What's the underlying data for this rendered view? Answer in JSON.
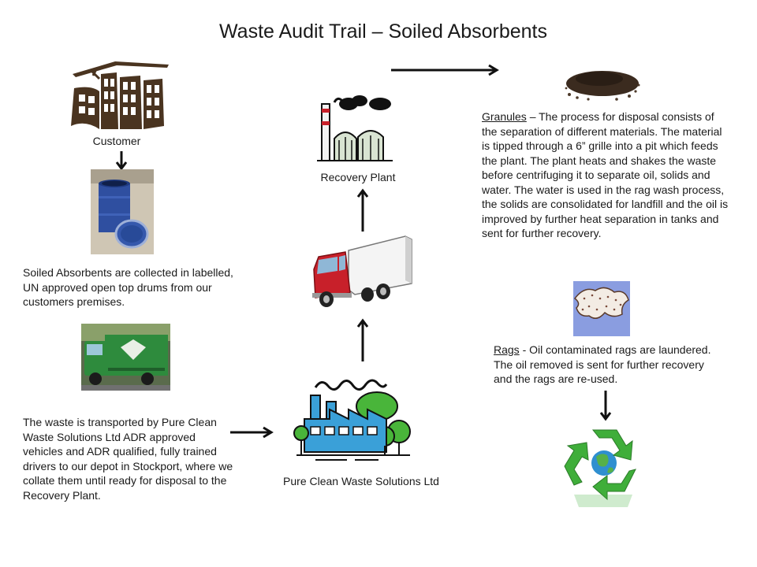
{
  "title": "Waste Audit Trail – Soiled Absorbents",
  "customer": {
    "label": "Customer"
  },
  "drums": {
    "text": "Soiled Absorbents are collected  in labelled, UN approved open top drums from our customers premises."
  },
  "transport": {
    "text": "The waste is transported by Pure Clean Waste Solutions Ltd ADR approved vehicles and ADR qualified, fully trained drivers to our depot in Stockport, where we collate them until ready for disposal to the Recovery Plant."
  },
  "depot": {
    "label": "Pure Clean Waste Solutions Ltd"
  },
  "recovery_plant": {
    "label": "Recovery Plant"
  },
  "granules": {
    "heading": "Granules",
    "text": " – The process for disposal consists of the separation of different materials. The material is tipped through a 6” grille into a pit which feeds the plant. The plant heats and shakes the  waste before centrifuging it to separate oil, solids and water. The water is used in the rag wash process, the solids are consolidated for landfill and the oil is improved by further heat separation in tanks and sent for further recovery."
  },
  "rags": {
    "heading": "Rags",
    "text": " - Oil contaminated rags are laundered. The oil removed is sent for further recovery and the rags are re-used."
  },
  "colors": {
    "arrow": "#111111",
    "drum_blue": "#2f4fa0",
    "truck_green": "#2e8b3d",
    "factory_blue": "#3aa0d8",
    "tree_green": "#49b53a",
    "recycle_green": "#3fae3a",
    "building_brown": "#4a3420"
  }
}
